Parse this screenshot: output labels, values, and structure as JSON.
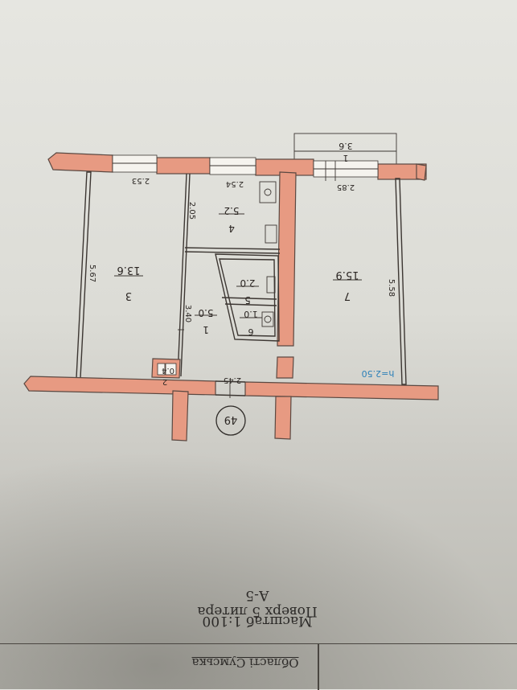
{
  "rooms": [
    {
      "number": "1",
      "area": "5.0"
    },
    {
      "number": "2",
      "area": "0.4"
    },
    {
      "number": "3",
      "area": "13.6"
    },
    {
      "number": "4",
      "area": "5.2"
    },
    {
      "number": "5",
      "area": "2.0"
    },
    {
      "number": "6",
      "area": "1.0"
    },
    {
      "number": "7",
      "area": "15.9"
    },
    {
      "number": "1",
      "area": "3.6"
    }
  ],
  "dimensions": {
    "room3_width": "2.53",
    "room3_length": "5.67",
    "room4_width": "2.54",
    "room4_length": "2.05",
    "room7_width": "2.85",
    "room7_length": "5.58",
    "hall_length": "3.40",
    "hall_width": "2.45"
  },
  "ceiling_height": "h=2.50",
  "entrance_number": "49",
  "scale_label": "Масштаб 1:100",
  "floor_label": "Поверх 5 литера А-5",
  "region_label": "Області Сумська",
  "colors": {
    "wall": "#e79a82",
    "ceiling_text": "#2a7fb8"
  }
}
